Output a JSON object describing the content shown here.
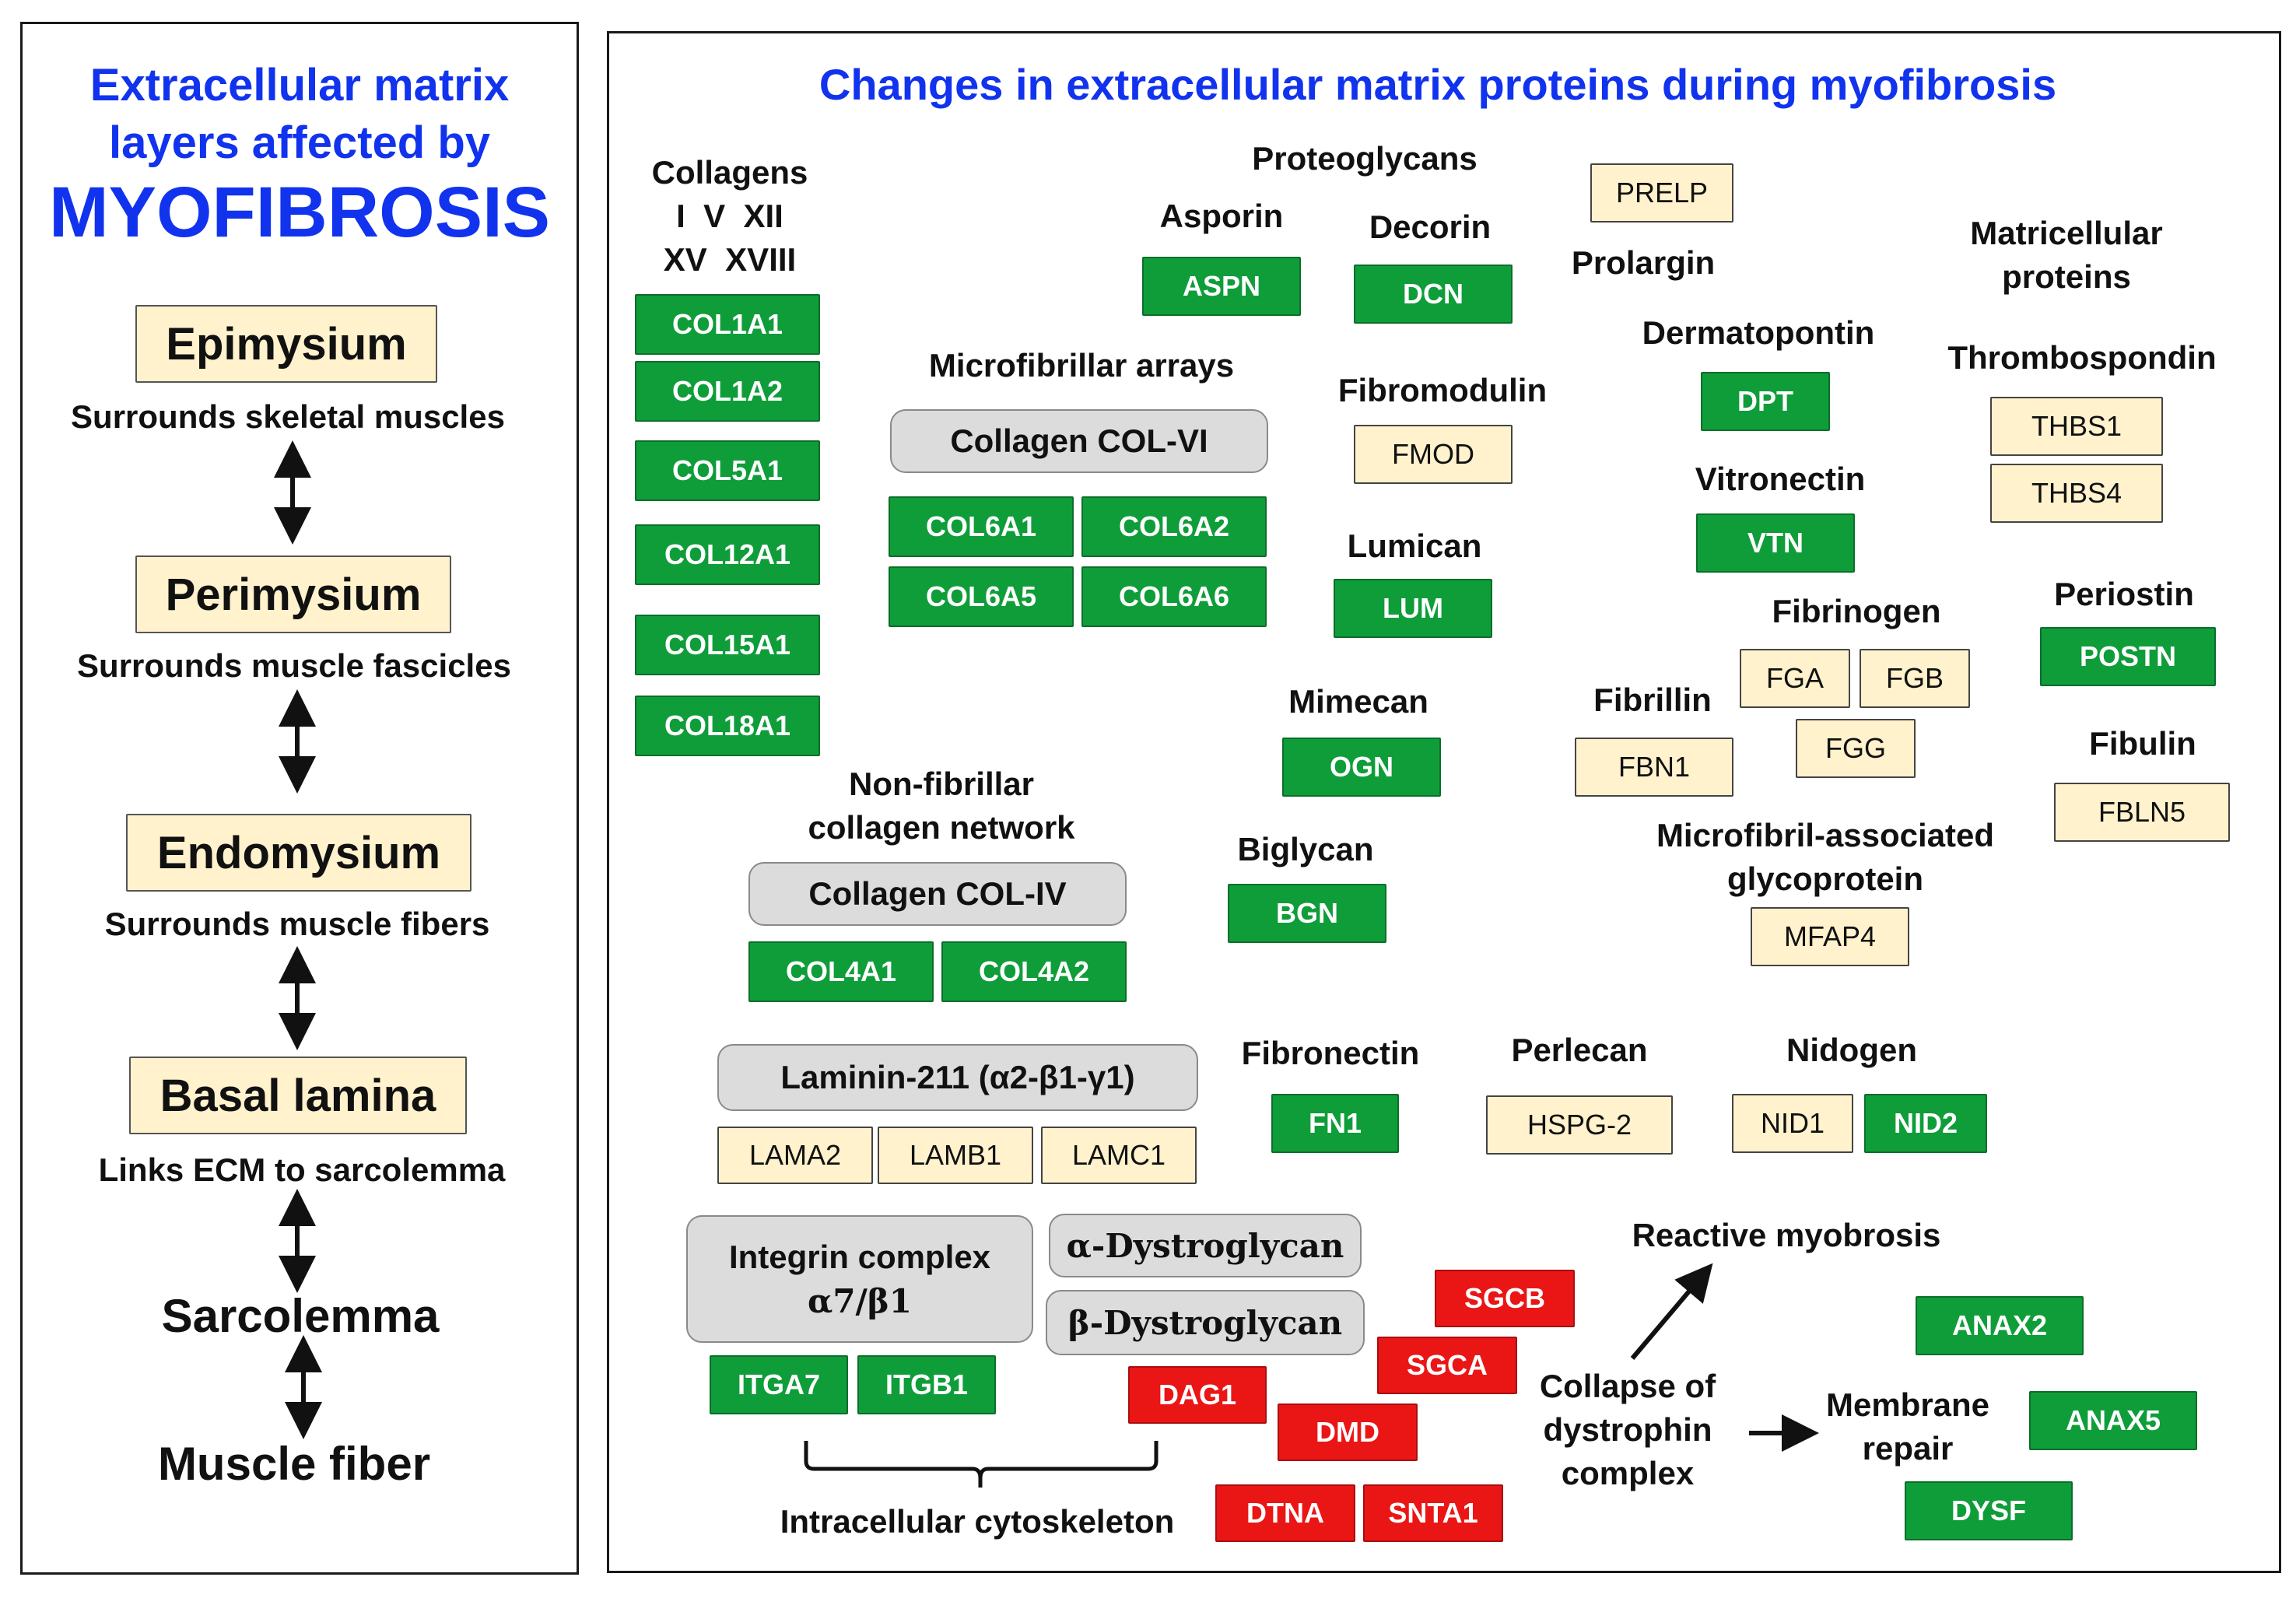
{
  "colors": {
    "upregulated": "#0f9d3a",
    "downregulated": "#ea1616",
    "unchanged": "#fff2cc",
    "group": "#dcdcdc",
    "title": "#1133ee"
  },
  "left": {
    "title1": "Extracellular matrix",
    "title2": "layers affected by",
    "title3": "MYOFIBROSIS",
    "layers": [
      {
        "name": "Epimysium",
        "desc": "Surrounds skeletal muscles"
      },
      {
        "name": "Perimysium",
        "desc": "Surrounds muscle fascicles"
      },
      {
        "name": "Endomysium",
        "desc": "Surrounds muscle fibers"
      },
      {
        "name": "Basal lamina",
        "desc": "Links ECM to sarcolemma"
      }
    ],
    "sarcolemma": "Sarcolemma",
    "muscle_fiber": "Muscle fiber"
  },
  "right": {
    "title": "Changes in extracellular matrix proteins during myofibrosis",
    "labels": {
      "collagens": "Collagens",
      "collagen_types1": "I  V  XII",
      "collagen_types2": "XV  XVIII",
      "proteoglycans": "Proteoglycans",
      "asporin": "Asporin",
      "decorin": "Decorin",
      "prolargin": "Prolargin",
      "matricellular1": "Matricellular",
      "matricellular2": "proteins",
      "microfibrillar": "Microfibrillar arrays",
      "fibromodulin": "Fibromodulin",
      "dermatopontin": "Dermatopontin",
      "thrombospondin": "Thrombospondin",
      "vitronectin": "Vitronectin",
      "lumican": "Lumican",
      "fibrinogen": "Fibrinogen",
      "periostin": "Periostin",
      "mimecan": "Mimecan",
      "fibrillin": "Fibrillin",
      "fibulin": "Fibulin",
      "nonfibrillar1": "Non-fibrillar",
      "nonfibrillar2": "collagen network",
      "biglycan": "Biglycan",
      "mfap1": "Microfibril-associated",
      "mfap2": "glycoprotein",
      "fibronectin": "Fibronectin",
      "perlecan": "Perlecan",
      "nidogen": "Nidogen",
      "reactive": "Reactive myobrosis",
      "collapse1": "Collapse of",
      "collapse2": "dystrophin",
      "collapse3": "complex",
      "membrane1": "Membrane",
      "membrane2": "repair",
      "cytoskeleton": "Intracellular cytoskeleton"
    },
    "groups": {
      "col6": "Collagen COL-VI",
      "col4": "Collagen COL-IV",
      "laminin": "Laminin-211 (α2-β1-γ1)",
      "integrin1": "Integrin complex",
      "integrin2": "α7/β1",
      "adg": "α-Dystroglycan",
      "bdg": "β-Dystroglycan"
    },
    "proteins": {
      "COL1A1": "COL1A1",
      "COL1A2": "COL1A2",
      "COL5A1": "COL5A1",
      "COL12A1": "COL12A1",
      "COL15A1": "COL15A1",
      "COL18A1": "COL18A1",
      "COL6A1": "COL6A1",
      "COL6A2": "COL6A2",
      "COL6A5": "COL6A5",
      "COL6A6": "COL6A6",
      "COL4A1": "COL4A1",
      "COL4A2": "COL4A2",
      "LAMA2": "LAMA2",
      "LAMB1": "LAMB1",
      "LAMC1": "LAMC1",
      "ITGA7": "ITGA7",
      "ITGB1": "ITGB1",
      "ASPN": "ASPN",
      "DCN": "DCN",
      "PRELP": "PRELP",
      "FMOD": "FMOD",
      "LUM": "LUM",
      "OGN": "OGN",
      "BGN": "BGN",
      "FN1": "FN1",
      "HSPG2": "HSPG-2",
      "DPT": "DPT",
      "VTN": "VTN",
      "FGA": "FGA",
      "FGB": "FGB",
      "FGG": "FGG",
      "FBN1": "FBN1",
      "MFAP4": "MFAP4",
      "NID1": "NID1",
      "NID2": "NID2",
      "THBS1": "THBS1",
      "THBS4": "THBS4",
      "POSTN": "POSTN",
      "FBLN5": "FBLN5",
      "SGCB": "SGCB",
      "SGCA": "SGCA",
      "DAG1": "DAG1",
      "DMD": "DMD",
      "DTNA": "DTNA",
      "SNTA1": "SNTA1",
      "ANAX2": "ANAX2",
      "ANAX5": "ANAX5",
      "DYSF": "DYSF"
    }
  }
}
